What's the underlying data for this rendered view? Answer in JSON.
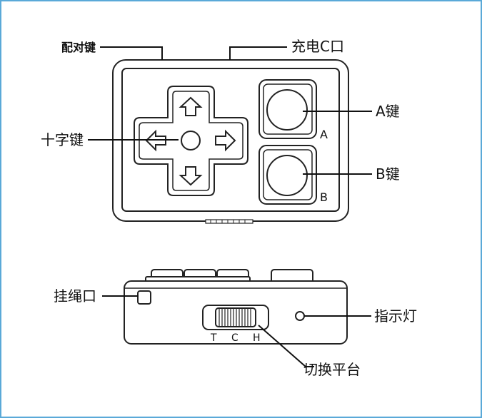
{
  "labels": {
    "pair_key": "配对键",
    "charge_port": "充电C口",
    "dpad": "十字键",
    "a_key": "A键",
    "b_key": "B键",
    "lanyard_hole": "挂绳口",
    "indicator_light": "指示灯",
    "switch_platform": "切换平台"
  },
  "button_marks": {
    "a": "A",
    "b": "B"
  },
  "switch_positions": [
    "T",
    "C",
    "H"
  ],
  "colors": {
    "frame": "#5aa9d8",
    "line": "#222222"
  }
}
